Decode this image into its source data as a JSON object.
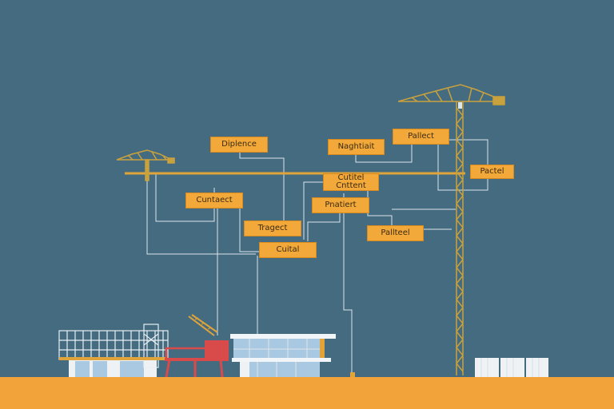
{
  "colors": {
    "background": "#446b80",
    "ground": "#f2a33a",
    "label_fill": "#f2a93a",
    "label_text": "#3b2a12",
    "wire": "#dde6ec",
    "crane": "#c9a13d",
    "crane_arm": "#e0a43a",
    "building_accent": "#e0a43a",
    "building_glass": "#a9c8e2",
    "red_structure": "#d94a4a"
  },
  "labels": [
    {
      "id": "l1",
      "text": "Diplence"
    },
    {
      "id": "l2",
      "text": "Naghtiait"
    },
    {
      "id": "l3",
      "text": "Pallect"
    },
    {
      "id": "l4",
      "text": "Pactel"
    },
    {
      "id": "l5",
      "text": "Cutitel\nCnttent"
    },
    {
      "id": "l6",
      "text": "Cuntaect"
    },
    {
      "id": "l7",
      "text": "Pnatiert"
    },
    {
      "id": "l8",
      "text": "Tragect"
    },
    {
      "id": "l9",
      "text": "Pallteel"
    },
    {
      "id": "l10",
      "text": "Cuital"
    }
  ]
}
